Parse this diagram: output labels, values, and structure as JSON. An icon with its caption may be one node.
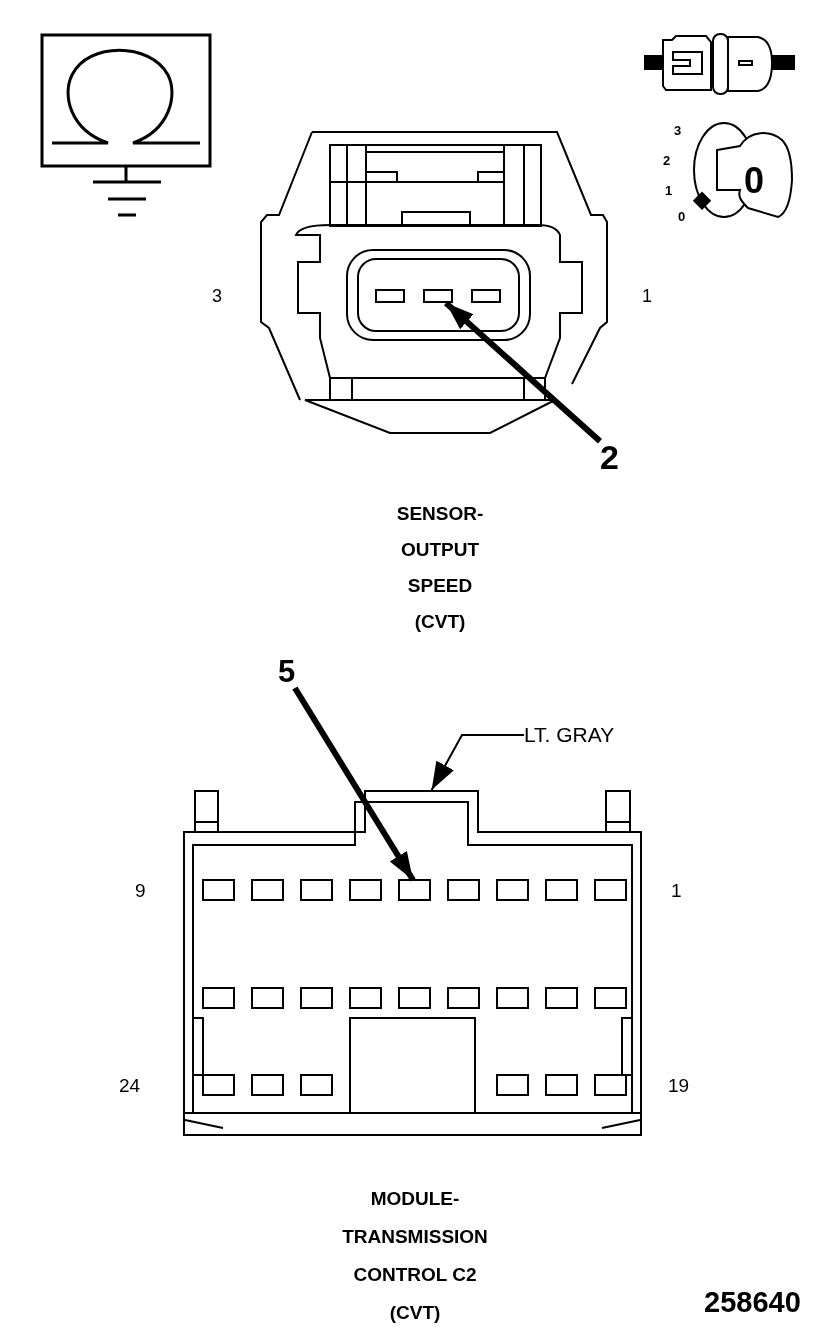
{
  "diagram": {
    "nodes": [
      {
        "text": [
          "2"
        ]
      },
      {
        "text": [
          "5"
        ]
      },
      {
        "text": [],
        "shape": "box"
      },
      {
        "text": [
          "LT. GRAY"
        ]
      }
    ],
    "edges": [
      {
        "from": 0,
        "to": null,
        "arrow": "to"
      },
      {
        "from": 1,
        "to": 2,
        "arrow": "to"
      },
      {
        "from": 3,
        "to": 2,
        "arrow": "to"
      }
    ],
    "labels": [
      "3",
      "2",
      "0",
      "1",
      "0",
      "3",
      "1",
      "SENSOR- OUTPUT SPEED (CVT)",
      "9",
      "1",
      "24",
      "19",
      "MODULE- TRANSMISSION CONTROL C2 (CVT)",
      "258640"
    ]
  }
}
